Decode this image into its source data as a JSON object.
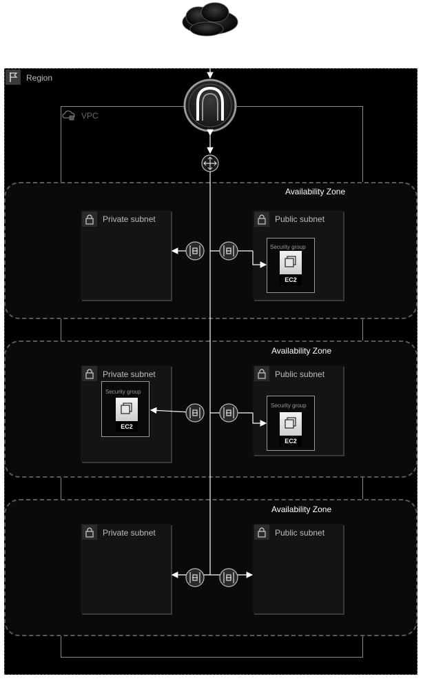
{
  "region": {
    "label": "Region"
  },
  "vpc": {
    "label": "VPC"
  },
  "zones": [
    {
      "label": "Availability Zone",
      "private_subnet": {
        "label": "Private subnet"
      },
      "public_subnet": {
        "label": "Public subnet",
        "security_group": "Security group",
        "instance": "EC2"
      }
    },
    {
      "label": "Availability Zone",
      "private_subnet": {
        "label": "Private subnet",
        "security_group": "Security group",
        "instance": "EC2"
      },
      "public_subnet": {
        "label": "Public subnet",
        "security_group": "Security group",
        "instance": "EC2"
      }
    },
    {
      "label": "Availability Zone",
      "private_subnet": {
        "label": "Private subnet"
      },
      "public_subnet": {
        "label": "Public subnet"
      }
    }
  ],
  "icons": [
    "cloud-icon",
    "internet-gateway-icon",
    "router-icon",
    "network-acl-icon",
    "lock-icon",
    "ec2-icon",
    "region-flag-icon",
    "vpc-cloud-icon"
  ]
}
